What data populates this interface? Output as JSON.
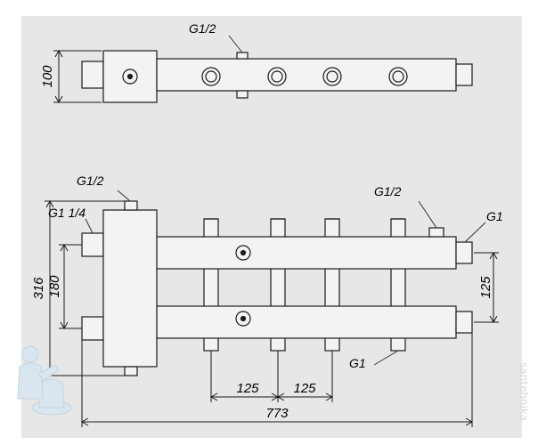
{
  "top_view": {
    "labels": {
      "g_half": "G1/2"
    },
    "dimensions": {
      "depth": "100"
    }
  },
  "front_view": {
    "labels": {
      "g_half_left": "G1/2",
      "g_one_quarter": "G1 1/4",
      "g_half_right": "G1/2",
      "g_one_top": "G1",
      "g_one_bottom": "G1"
    },
    "dimensions": {
      "height_total": "316",
      "pipe_spacing": "180",
      "right_spacing": "125",
      "outlet_spacing_1": "125",
      "outlet_spacing_2": "125",
      "overall_length": "773"
    }
  },
  "watermark": {
    "text": "santehnika"
  },
  "colors": {
    "background": "#e7e7e7",
    "line": "#1a1a1a",
    "body": "#f3f3f3",
    "leader": "#333333"
  }
}
